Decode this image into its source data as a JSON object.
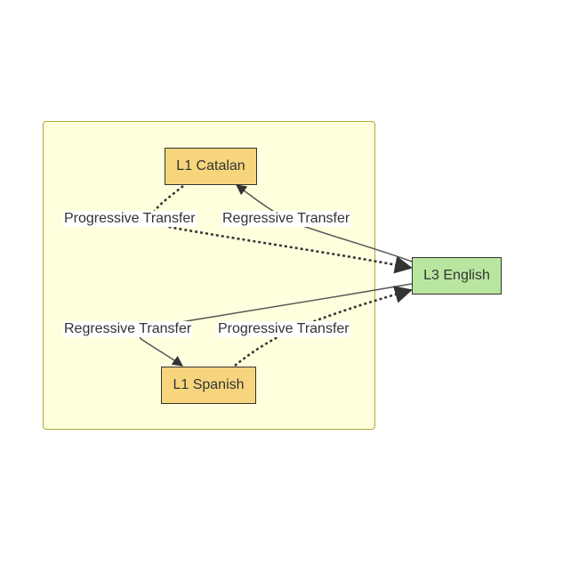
{
  "diagram": {
    "cluster": {
      "fill": "#ffffde",
      "stroke": "#aaaa33"
    },
    "nodes": {
      "catalan": {
        "label": "L1 Catalan",
        "fill": "#f6d57c"
      },
      "spanish": {
        "label": "L1 Spanish",
        "fill": "#f6d57c"
      },
      "english": {
        "label": "L3 English",
        "fill": "#b8e6a0"
      }
    },
    "edges": {
      "catalan_progressive": {
        "label": "Progressive Transfer",
        "style": "dotted",
        "from": "L1 Catalan",
        "to": "L3 English"
      },
      "english_regressive_catalan": {
        "label": "Regressive Transfer",
        "style": "solid",
        "from": "L3 English",
        "to": "L1 Catalan"
      },
      "english_regressive_spanish": {
        "label": "Regressive Transfer",
        "style": "solid",
        "from": "L3 English",
        "to": "L1 Spanish"
      },
      "spanish_progressive": {
        "label": "Progressive Transfer",
        "style": "dotted",
        "from": "L1 Spanish",
        "to": "L3 English"
      }
    }
  }
}
